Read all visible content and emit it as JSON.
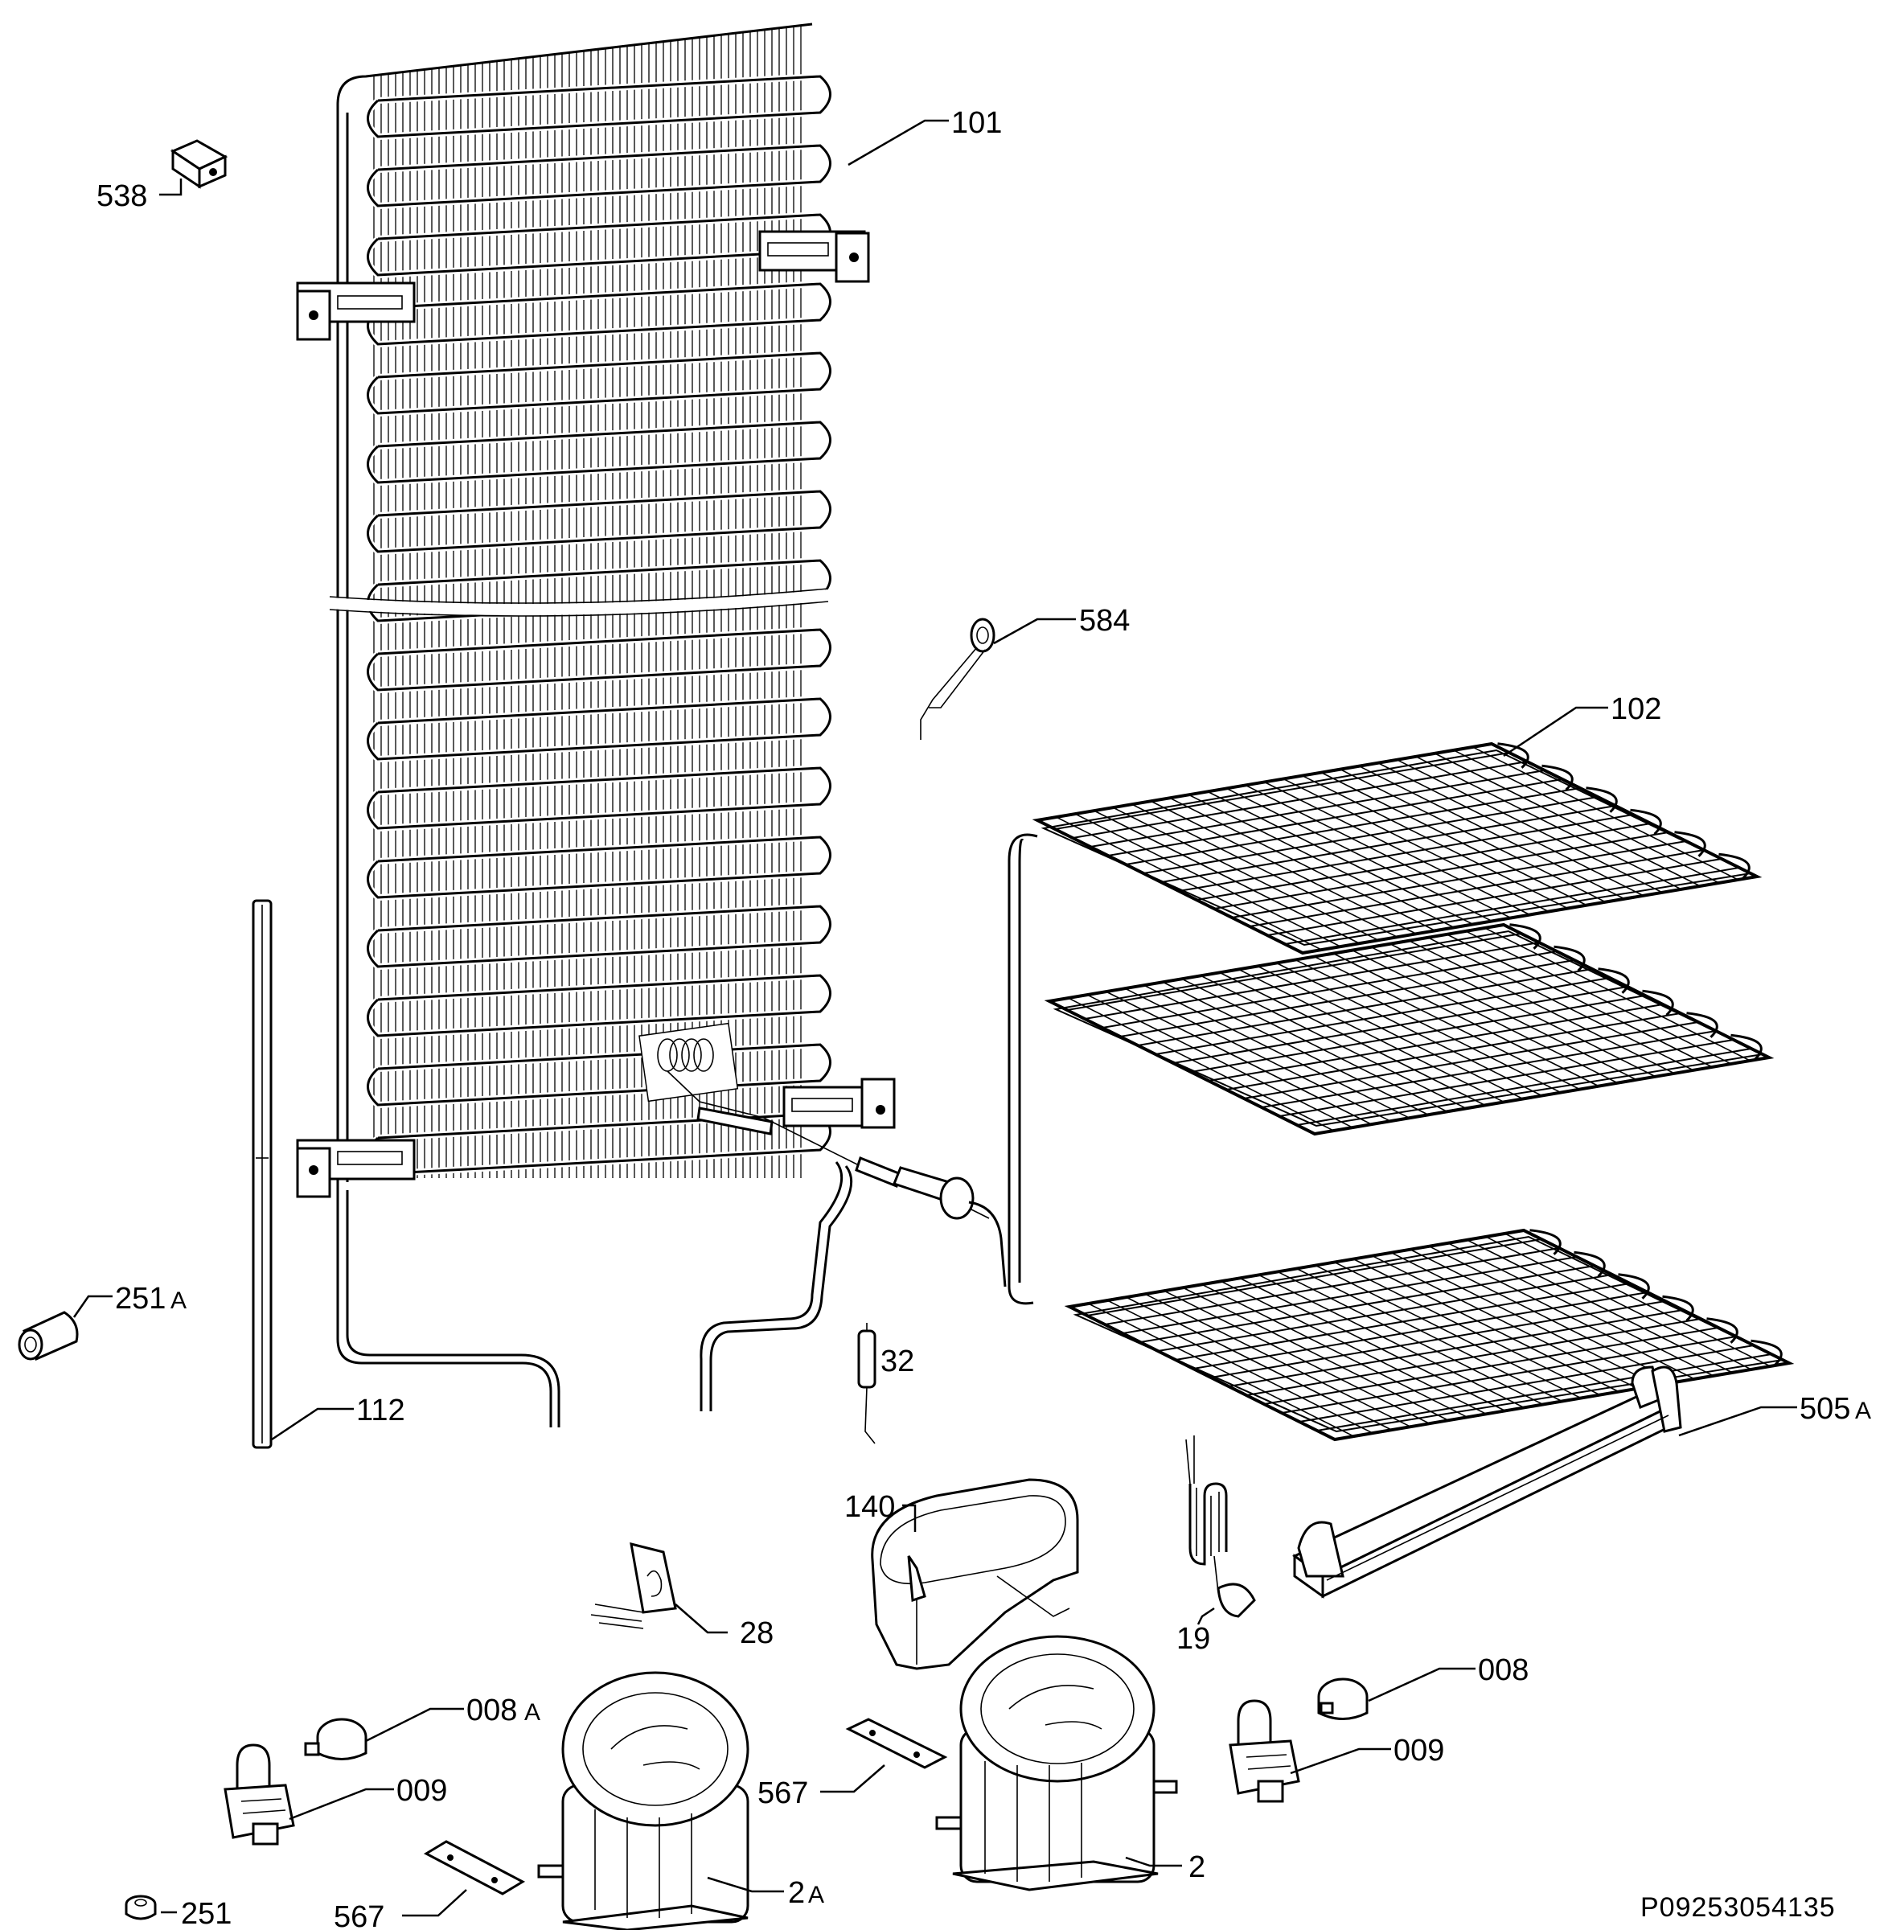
{
  "labels": {
    "p101": "101",
    "p538": "538",
    "p584": "584",
    "p102": "102",
    "p251A": "251",
    "p251A_suffix": "A",
    "p112": "112",
    "p32": "32",
    "p505A": "505",
    "p505A_suffix": "A",
    "p140": "140",
    "p19": "19",
    "p28": "28",
    "p008": "008",
    "p009_right": "009",
    "p008A": "008",
    "p008A_suffix": "A",
    "p009_left": "009",
    "p567_mid": "567",
    "p2": "2",
    "p2A": "2",
    "p2A_suffix": "A",
    "p251": "251",
    "p567_bottom": "567"
  },
  "drawing_code": "P09253054135"
}
